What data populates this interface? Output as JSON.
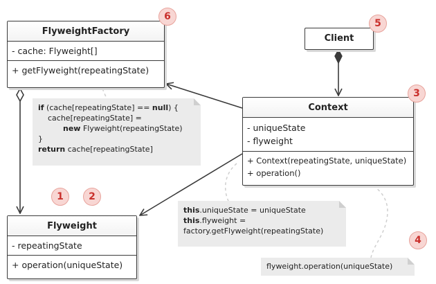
{
  "factory": {
    "title": "FlyweightFactory",
    "field": "- cache: Flyweight[]",
    "method": "+ getFlyweight(repeatingState)",
    "badge": "6"
  },
  "client": {
    "title": "Client",
    "badge": "5"
  },
  "context": {
    "title": "Context",
    "field1": "- uniqueState",
    "field2": "- flyweight",
    "method1": "+ Context(repeatingState, uniqueState)",
    "method2": "+ operation()",
    "badge": "3"
  },
  "flyweight": {
    "title": "Flyweight",
    "field": "- repeatingState",
    "method": "+ operation(uniqueState)",
    "badges": [
      "1",
      "2"
    ]
  },
  "note_factory": {
    "l1_kw": "if",
    "l1_rest": " (cache[repeatingState] == ",
    "l1_kw2": "null",
    "l1_end": ") {",
    "l2": "cache[repeatingState] =",
    "l3_kw": "new",
    "l3_rest": " Flyweight(repeatingState)",
    "l4": "}",
    "l5_kw": "return",
    "l5_rest": " cache[repeatingState]"
  },
  "note_context": {
    "l1_kw": "this",
    "l1_rest": ".uniqueState = uniqueState",
    "l2_kw": "this",
    "l2_rest": ".flyweight =",
    "l3": "factory.getFlyweight(repeatingState)"
  },
  "note_operation": {
    "text": "flyweight.operation(uniqueState)",
    "badge": "4"
  }
}
